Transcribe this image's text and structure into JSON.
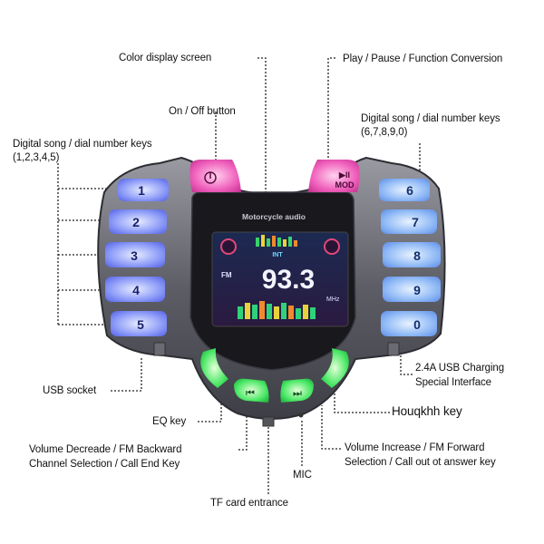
{
  "labels": {
    "color_display": "Color display screen",
    "play_pause": "Play / Pause / Function Conversion",
    "on_off": "On / Off button",
    "keys_right_1": "Digital song / dial number keys",
    "keys_right_2": "(6,7,8,9,0)",
    "keys_left_1": "Digital song / dial number keys",
    "keys_left_2": "(1,2,3,4,5)",
    "usb_socket": "USB socket",
    "usb_charge_1": "2.4A USB Charging",
    "usb_charge_2": "Special Interface",
    "eq_key": "EQ  key",
    "houqkhh": "Houqkhh key",
    "vol_dec_1": "Volume Decreade / FM Backward",
    "vol_dec_2": "Channel Selection / Call End Key",
    "vol_inc_1": "Volume Increase / FM Forward",
    "vol_inc_2": "Selection / Call out ot answer key",
    "mic": "MIC",
    "tf_card": "TF card entrance"
  },
  "device": {
    "brand_text": "Motorcycle audio",
    "mode_key_symbol": "▶II",
    "mode_key_text": "MOD",
    "left_keys": [
      "1",
      "2",
      "3",
      "4",
      "5"
    ],
    "right_keys": [
      "6",
      "7",
      "8",
      "9",
      "0"
    ],
    "screen": {
      "band": "FM",
      "frequency": "93.3",
      "unit": "MHz",
      "mode": "INT"
    },
    "colors": {
      "left_keys": "#7e8cf5",
      "right_keys": "#86b4f4",
      "top_keys": "#ee4fb2",
      "bottom_keys": "#3fe05a"
    }
  }
}
